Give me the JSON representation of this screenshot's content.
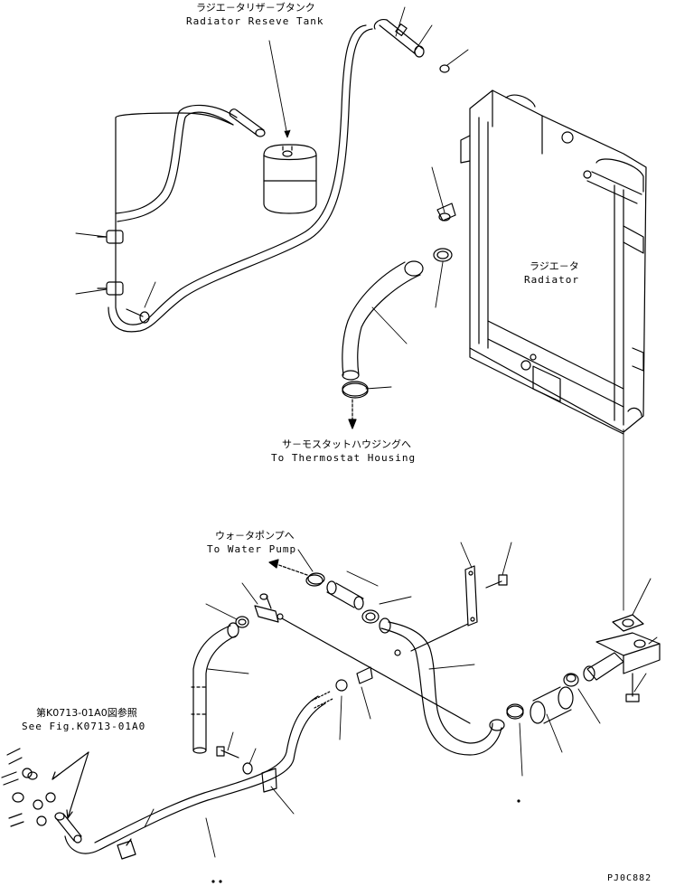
{
  "labels": {
    "reserve_tank_jp": "ラジエ－タリザ－ブタンク",
    "reserve_tank_en": "Radiator Reseve Tank",
    "radiator_jp": "ラジエ－タ",
    "radiator_en": "Radiator",
    "thermostat_jp": "サ－モスタットハウジングへ",
    "thermostat_en": "To Thermostat Housing",
    "water_pump_jp": "ウォ－タポンプへ",
    "water_pump_en": "To Water Pump",
    "see_fig_jp": "第K0713-01A0図参照",
    "see_fig_en": "See Fig.K0713-01A0",
    "drawing_code": "PJ0C882"
  }
}
